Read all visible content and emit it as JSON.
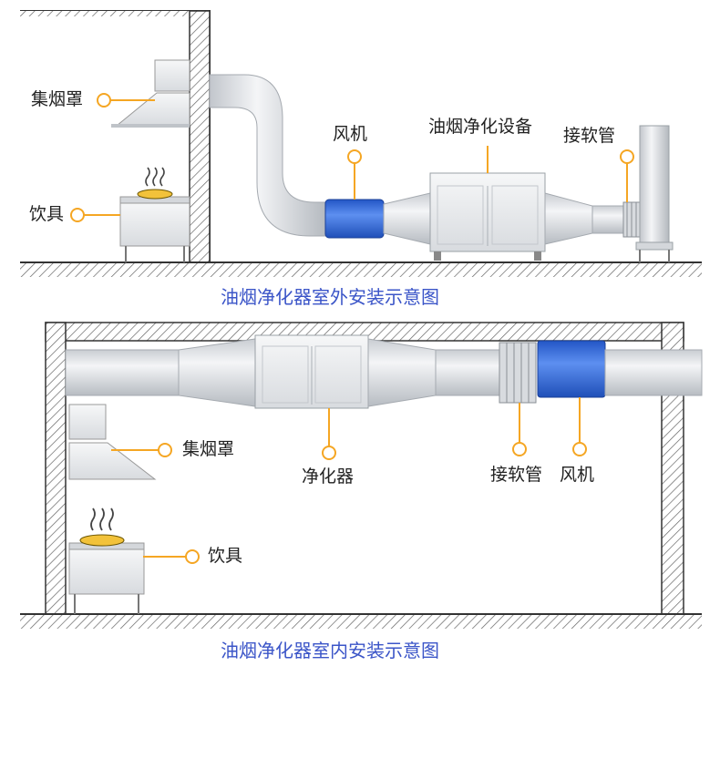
{
  "outdoor": {
    "caption": "油烟净化器室外安装示意图",
    "labels": {
      "hood": "集烟罩",
      "stove": "饮具",
      "fan": "风机",
      "purifier": "油烟净化设备",
      "flex_pipe": "接软管"
    }
  },
  "indoor": {
    "caption": "油烟净化器室内安装示意图",
    "labels": {
      "hood": "集烟罩",
      "stove": "饮具",
      "purifier": "净化器",
      "flex_pipe": "接软管",
      "fan": "风机"
    }
  },
  "colors": {
    "accent_orange": "#f5a623",
    "caption_blue": "#3b55c8",
    "fan_blue": "#2f6bdc",
    "hatch": "#555555"
  }
}
